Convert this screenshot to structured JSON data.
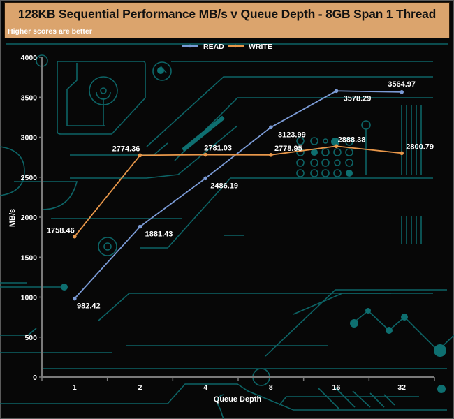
{
  "chart_data": {
    "type": "line",
    "title": "128KB Sequential Performance MB/s v Queue Depth - 8GB Span 1 Thread",
    "subtitle": "Higher scores are better",
    "xlabel": "Queue Depth",
    "ylabel": "MB/s",
    "categories": [
      "1",
      "2",
      "4",
      "8",
      "16",
      "32"
    ],
    "ylim": [
      0,
      4000
    ],
    "yticks": [
      0,
      500,
      1000,
      1500,
      2000,
      2500,
      3000,
      3500,
      4000
    ],
    "grid": false,
    "legend_position": "top-center",
    "series": [
      {
        "name": "READ",
        "color": "#7b9bd6",
        "values": [
          982.42,
          1881.43,
          2486.19,
          3123.99,
          3578.29,
          3564.97
        ],
        "labels": [
          "982.42",
          "1881.43",
          "2486.19",
          "3123.99",
          "3578.29",
          "3564.97"
        ]
      },
      {
        "name": "WRITE",
        "color": "#e8974a",
        "values": [
          1758.46,
          2774.36,
          2781.03,
          2778.95,
          2888.38,
          2800.79
        ],
        "labels": [
          "1758.46",
          "2774.36",
          "2781.03",
          "2778.95",
          "2888.38",
          "2800.79"
        ]
      }
    ]
  },
  "colors": {
    "header_bg": "#dba46d",
    "background": "#070707",
    "circuit": "#0e6f70",
    "axis": "#7a7a7a"
  }
}
